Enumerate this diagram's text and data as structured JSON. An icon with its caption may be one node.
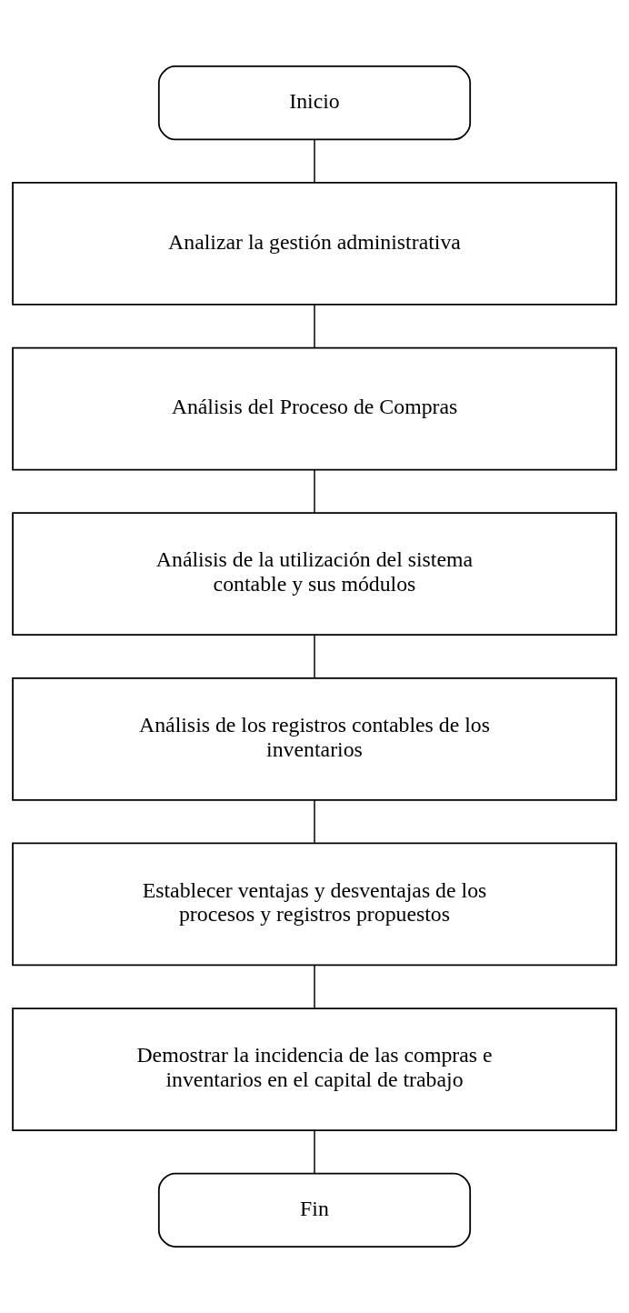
{
  "diagram": {
    "nodes": [
      {
        "text": [
          "Inicio"
        ]
      },
      {
        "text": [
          "Analizar la gestión administrativa"
        ]
      },
      {
        "text": [
          "Análisis del Proceso de Compras"
        ]
      },
      {
        "text": [
          "Análisis de la utilización del sistema contable y sus módulos"
        ]
      },
      {
        "text": [
          "Análisis de los registros contables de los inventarios"
        ]
      },
      {
        "text": [
          "Establecer ventajas y desventajas de los procesos y registros propuestos"
        ]
      },
      {
        "text": [
          "Demostrar la incidencia de las compras e inventarios en el capital de trabajo"
        ]
      },
      {
        "text": [
          "Fin"
        ]
      }
    ],
    "edges": [
      {
        "from": 0,
        "to": 1,
        "arrow": "none"
      },
      {
        "from": 1,
        "to": 2,
        "arrow": "none"
      },
      {
        "from": 2,
        "to": 3,
        "arrow": "none"
      },
      {
        "from": 3,
        "to": 4,
        "arrow": "none"
      },
      {
        "from": 4,
        "to": 5,
        "arrow": "none"
      },
      {
        "from": 5,
        "to": 6,
        "arrow": "none"
      },
      {
        "from": 6,
        "to": 7,
        "arrow": "none"
      }
    ]
  }
}
